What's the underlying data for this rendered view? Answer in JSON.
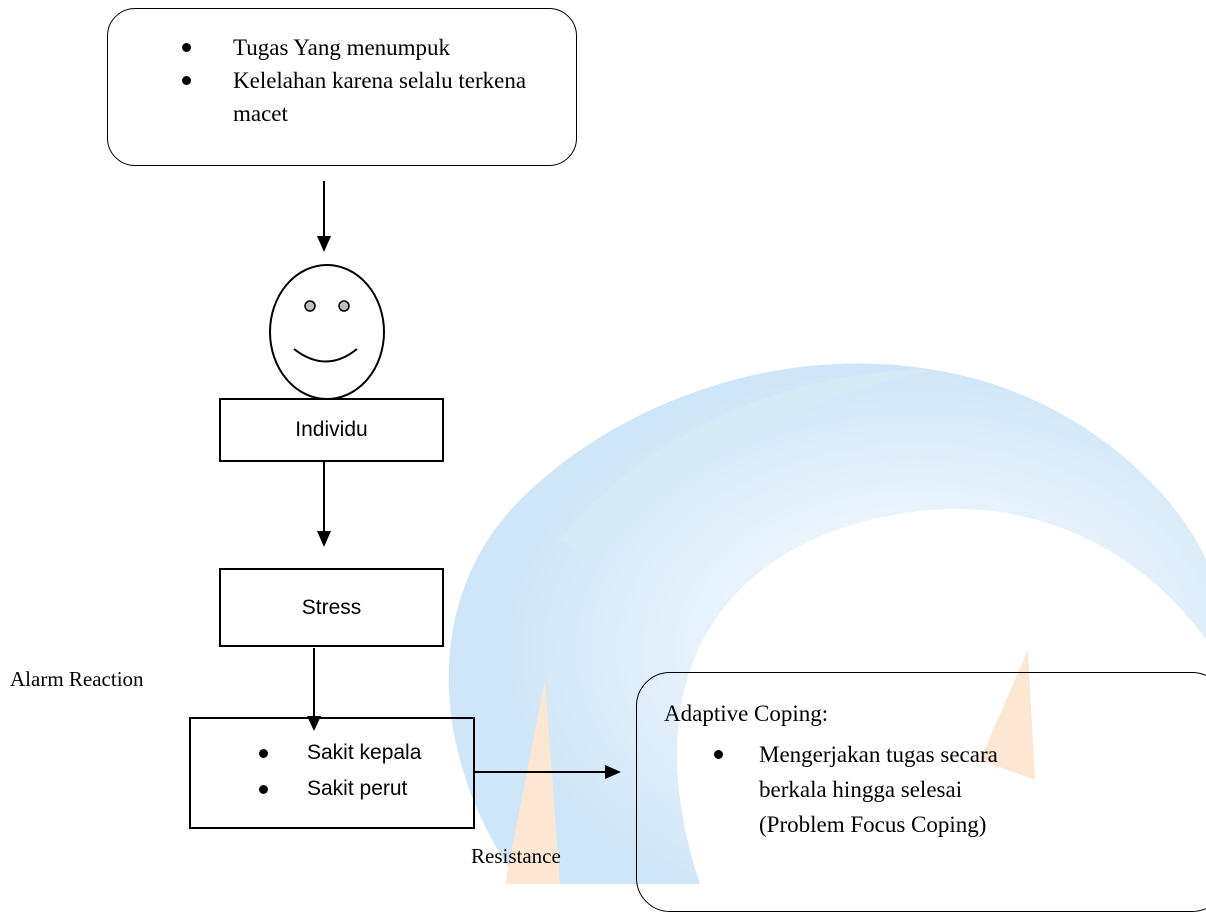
{
  "stressors": {
    "items": [
      "Tugas Yang menumpuk",
      "Kelelahan karena selalu terkena macet"
    ]
  },
  "individu_label": "Individu",
  "stress_label": "Stress",
  "alarm_label": "Alarm Reaction",
  "symptoms": {
    "items": [
      "Sakit kepala",
      "Sakit perut"
    ]
  },
  "resistance_label": "Resistance",
  "coping": {
    "title": "Adaptive Coping:",
    "items": [
      "Mengerjakan tugas secara berkala hingga selesai (Problem Focus Coping)"
    ]
  },
  "colors": {
    "watermark_blue": "#cfe6f8",
    "watermark_orange": "#fde7d2",
    "face_fill": "#ffffff",
    "eye_fill": "#bfbfbf"
  }
}
